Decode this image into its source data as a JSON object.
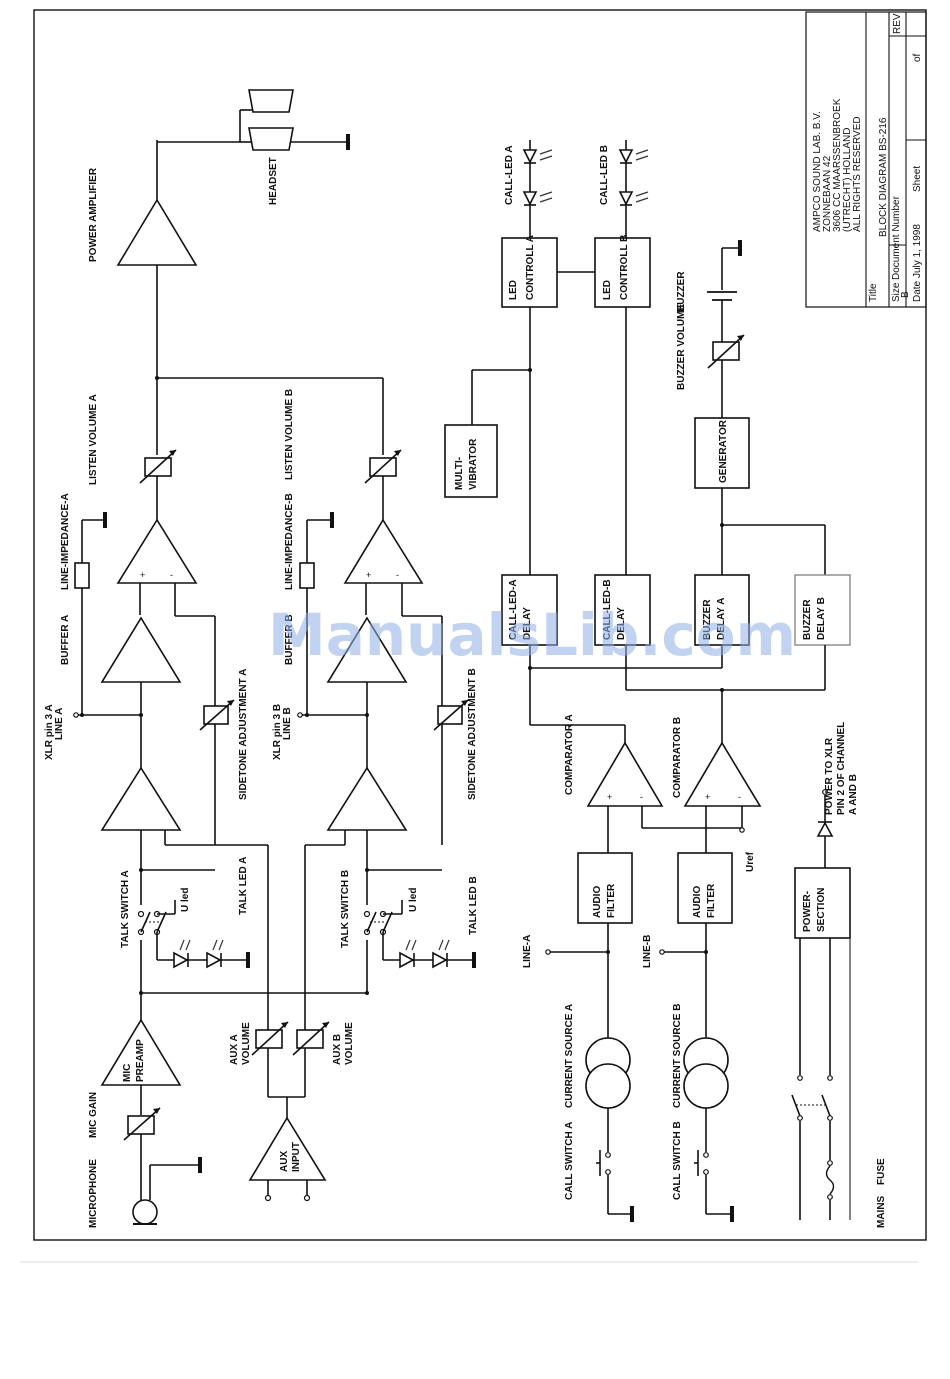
{
  "title_block": {
    "company": [
      "AMPCO SOUND LAB. B.V.",
      "ZONNEBAAN 42",
      "3606 CC MAARSSENBROEK",
      "(UTRECHT) HOLLAND",
      "ALL RIGHTS RESERVED"
    ],
    "title_label": "Title",
    "title_value": "BLOCK DIAGRAM BS-216",
    "size_label": "Size",
    "size_value": "B",
    "document_number_label": "Document Number",
    "rev_label": "REV",
    "date_label": "Date",
    "date_value": "July 1, 1998",
    "sheet_label": "Sheet",
    "of_label": "of"
  },
  "labels": {
    "headset": "HEADSET",
    "power_amplifier": "POWER AMPLIFIER",
    "listen_volume_a": "LISTEN VOLUME A",
    "listen_volume_b": "LISTEN VOLUME B",
    "line_impedance_a": "LINE-IMPEDANCE-A",
    "line_impedance_b": "LINE-IMPEDANCE-B",
    "buffer_a": "BUFFER A",
    "buffer_b": "BUFFER B",
    "xlr_a_1": "XLR pin 3 A",
    "xlr_a_2": "LINE A",
    "xlr_b_1": "XLR pin 3 B",
    "xlr_b_2": "LINE B",
    "sidetone_a": "SIDETONE ADJUSTMENT A",
    "sidetone_b": "SIDETONE ADJUSTMENT B",
    "talk_switch_a": "TALK SWITCH A",
    "talk_switch_b": "TALK SWITCH B",
    "talk_led_a": "TALK LED A",
    "talk_led_b": "TALK LED B",
    "uled": "U led",
    "mic_preamp_1": "MIC",
    "mic_preamp_2": "PREAMP",
    "mic_gain": "MIC GAIN",
    "microphone": "MICROPHONE",
    "aux_a_1": "AUX A",
    "aux_a_2": "VOLUME",
    "aux_b_1": "AUX B",
    "aux_b_2": "VOLUME",
    "aux_input_1": "AUX",
    "aux_input_2": "INPUT",
    "call_led_a": "CALL-LED A",
    "call_led_b": "CALL-LED B",
    "led_controll_a_1": "LED",
    "led_controll_a_2": "CONTROLL A",
    "led_controll_b_1": "LED",
    "led_controll_b_2": "CONTROLL B",
    "multivibrator_1": "MULTI-",
    "multivibrator_2": "VIBRATOR",
    "buzzer": "BUZZER",
    "buzzer_volume": "BUZZER VOLUME",
    "generator": "GENERATOR",
    "call_led_a_delay_1": "CALL-LED-A",
    "call_led_a_delay_2": "DELAY",
    "call_led_b_delay_1": "CALL-LED-B",
    "call_led_b_delay_2": "DELAY",
    "buzzer_delay_a_1": "BUZZER",
    "buzzer_delay_a_2": "DELAY A",
    "buzzer_delay_b_1": "BUZZER",
    "buzzer_delay_b_2": "DELAY B",
    "comparator_a": "COMPARATOR A",
    "comparator_b": "COMPARATOR B",
    "uref": "Uref",
    "audio_filter_1": "AUDIO",
    "audio_filter_2": "FILTER",
    "line_a": "LINE-A",
    "line_b": "LINE-B",
    "current_source_a": "CURRENT SOURCE A",
    "current_source_b": "CURRENT SOURCE B",
    "call_switch_a": "CALL SWITCH A",
    "call_switch_b": "CALL SWITCH B",
    "power_section_1": "POWER-",
    "power_section_2": "SECTION",
    "power_to_xlr_1": "POWER TO XLR",
    "power_to_xlr_2": "PIN 2 OF CHANNEL",
    "power_to_xlr_3": "A AND B",
    "mains": "MAINS",
    "fuse": "FUSE"
  },
  "watermark": "ManualsLib.com"
}
